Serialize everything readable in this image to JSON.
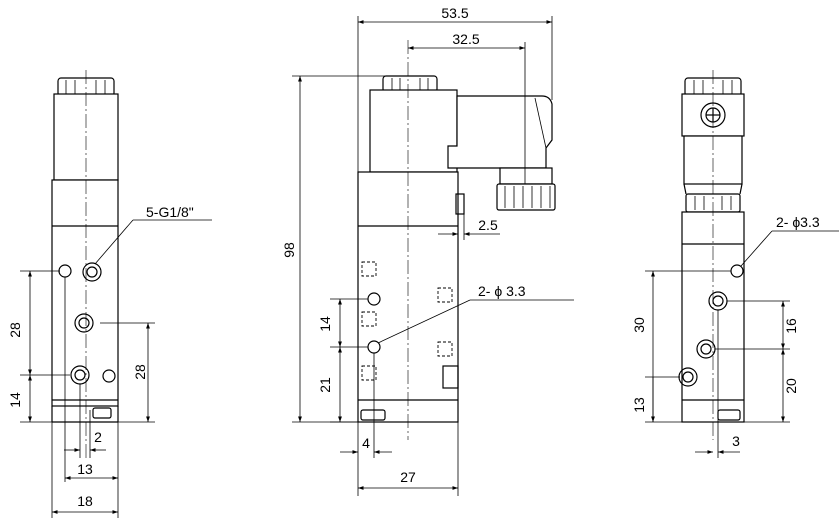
{
  "dimensions": {
    "left_view": {
      "port_label": "5-G1/8\"",
      "dim_28_left": "28",
      "dim_14": "14",
      "dim_28_right": "28",
      "dim_2": "2",
      "dim_13": "13",
      "dim_18": "18"
    },
    "front_view": {
      "dim_53_5": "53.5",
      "dim_32_5": "32.5",
      "dim_98": "98",
      "dim_2_5": "2.5",
      "hole_label": "2- ϕ 3.3",
      "dim_14": "14",
      "dim_21": "21",
      "dim_4": "4",
      "dim_27": "27"
    },
    "right_view": {
      "hole_label": "2-  ϕ3.3",
      "dim_30": "30",
      "dim_16": "16",
      "dim_13": "13",
      "dim_20": "20",
      "dim_3": "3"
    }
  }
}
